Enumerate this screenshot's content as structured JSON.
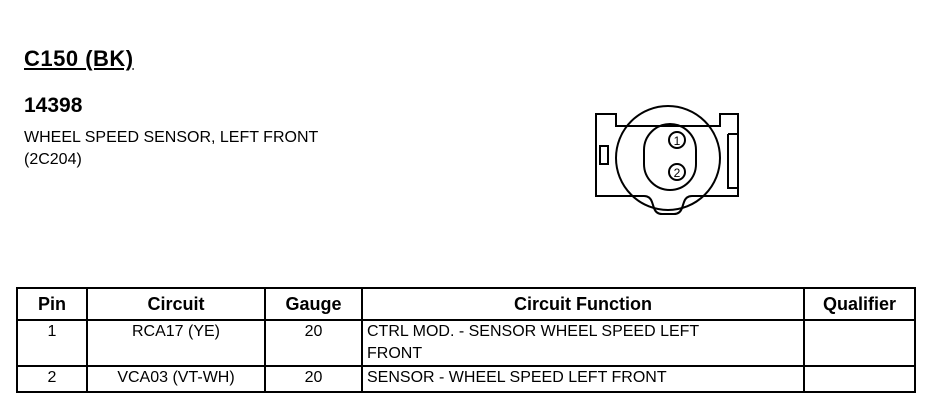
{
  "connector": {
    "id": "C150 (BK)",
    "part_number": "14398",
    "description": "WHEEL SPEED SENSOR, LEFT FRONT",
    "location_code": "(2C204)"
  },
  "diagram": {
    "pin_labels": [
      "1",
      "2"
    ]
  },
  "table": {
    "headers": {
      "pin": "Pin",
      "circuit": "Circuit",
      "gauge": "Gauge",
      "function": "Circuit Function",
      "qualifier": "Qualifier"
    },
    "rows": [
      {
        "pin": "1",
        "circuit": "RCA17 (YE)",
        "gauge": "20",
        "function_line1": "CTRL MOD. - SENSOR WHEEL SPEED LEFT",
        "function_line2": "FRONT",
        "qualifier": ""
      },
      {
        "pin": "2",
        "circuit": "VCA03 (VT-WH)",
        "gauge": "20",
        "function_line1": "SENSOR - WHEEL SPEED LEFT FRONT",
        "function_line2": "",
        "qualifier": ""
      }
    ]
  }
}
